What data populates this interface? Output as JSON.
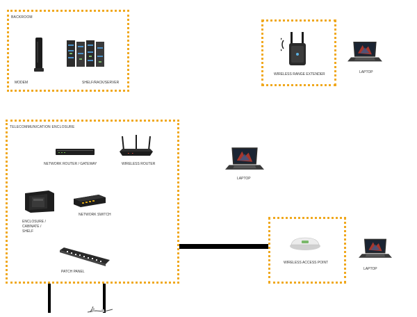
{
  "colors": {
    "zone_border": "#f0a81e",
    "cable": "#000000"
  },
  "zones": {
    "backroom": {
      "title": "BACKROOM"
    },
    "telecom": {
      "title": "TELECOMMUNICATION ENCLOSURE"
    },
    "extender": {
      "title": ""
    },
    "access_point": {
      "title": ""
    }
  },
  "devices": {
    "modem": {
      "label": "MODEM",
      "icon": "modem-icon"
    },
    "server_rack": {
      "label": "SHELF/RACK/SERVER",
      "icon": "server-rack-icon"
    },
    "range_extender": {
      "label": "WIRELESS RANGE EXTENDER",
      "icon": "range-extender-icon"
    },
    "laptop_1": {
      "label": "LAPTOP",
      "icon": "laptop-icon"
    },
    "network_router": {
      "label": "NETWORK ROUTER / GATEWAY",
      "icon": "gateway-icon"
    },
    "wireless_router": {
      "label": "WIRELESS ROUTER",
      "icon": "wireless-router-icon"
    },
    "laptop_2": {
      "label": "LAPTOP",
      "icon": "laptop-icon"
    },
    "enclosure": {
      "label_lines": [
        "ENCLOSURE /",
        "CABINATE /",
        "SHELF"
      ],
      "icon": "cabinet-icon"
    },
    "network_switch": {
      "label": "NETWORK SWITCH",
      "icon": "switch-icon"
    },
    "patch_panel": {
      "label": "PATCH PANEL",
      "icon": "patch-panel-icon"
    },
    "access_point": {
      "label": "WIRELESS ACCESS POINT",
      "icon": "access-point-icon"
    },
    "laptop_3": {
      "label": "LAPTOP",
      "icon": "laptop-icon"
    }
  }
}
